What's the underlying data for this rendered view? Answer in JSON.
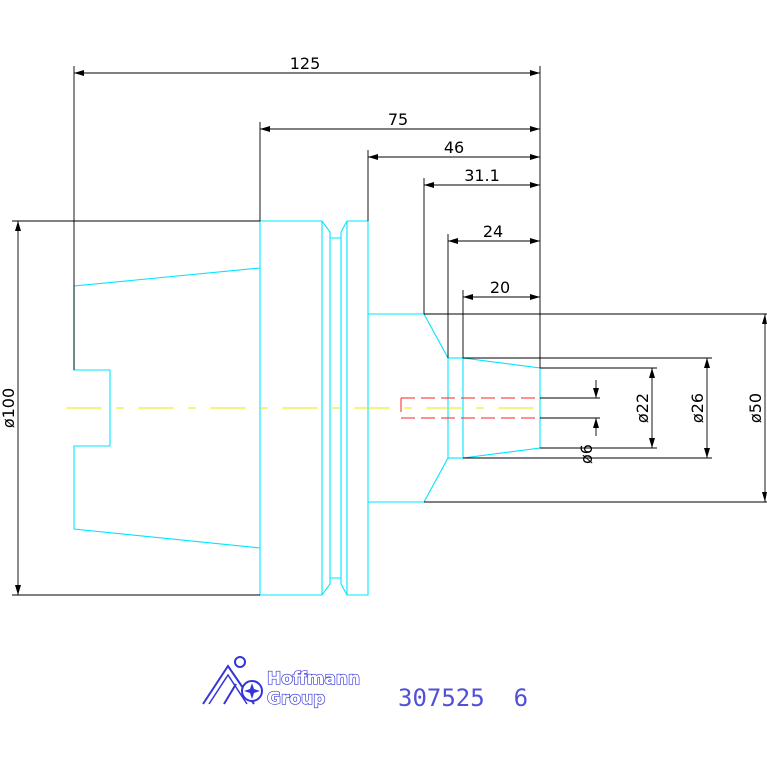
{
  "drawing": {
    "dimensions": {
      "overall_length": "125",
      "flange_length": "75",
      "groove_length": "46",
      "nose_length": "31.1",
      "bore_length_24": "24",
      "bore_length_20": "20",
      "dia_100": "ø100",
      "dia_50": "ø50",
      "dia_26": "ø26",
      "dia_22": "ø22",
      "dia_6": "ø6"
    },
    "colors": {
      "outline": "#00e5ff",
      "dimension": "#000000",
      "centerline": "#e8e800",
      "hidden_hole": "#ff2020",
      "brand": "#3434d8"
    }
  },
  "footer": {
    "logo_line1": "Hoffmann",
    "logo_line2": "Group",
    "part_number": "307525  6"
  }
}
